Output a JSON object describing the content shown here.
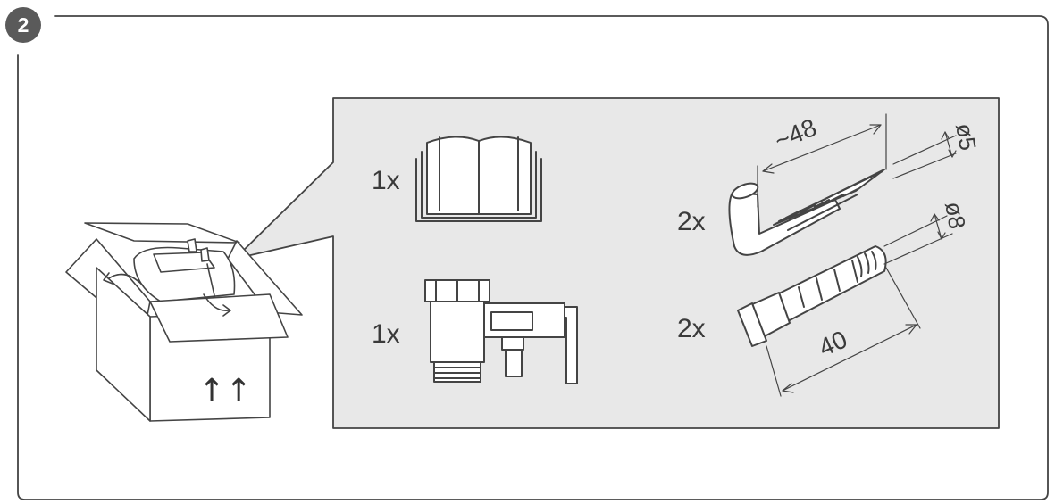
{
  "step": {
    "number": "2"
  },
  "items": [
    {
      "id": "manual",
      "quantity": "1x"
    },
    {
      "id": "valve",
      "quantity": "1x"
    },
    {
      "id": "hook",
      "quantity": "2x",
      "length": "~48",
      "diameter": "ø5"
    },
    {
      "id": "anchor",
      "quantity": "2x",
      "length": "40",
      "diameter": "ø8"
    }
  ],
  "box": {
    "arrow_glyph": "↑↑"
  },
  "colors": {
    "panel": "#e8e8e8",
    "outline": "#444444",
    "badge": "#5a5a5a"
  }
}
